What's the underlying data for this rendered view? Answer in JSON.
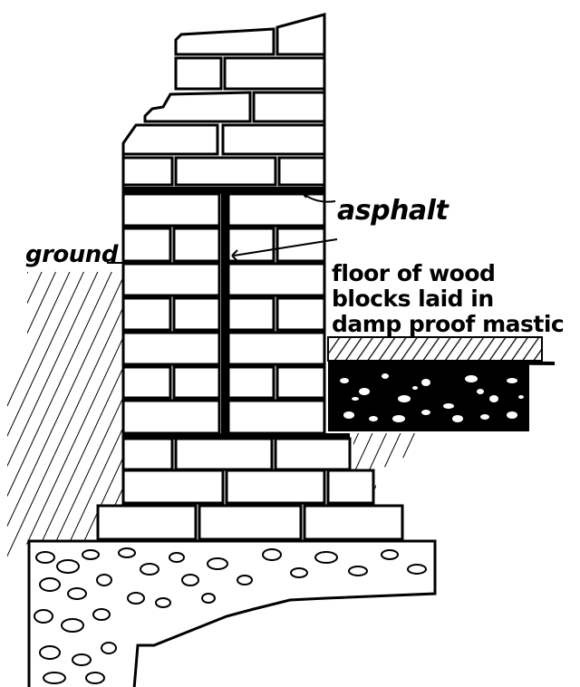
{
  "diagram": {
    "title": "Wall section with asphalt damp-proof course",
    "labels": {
      "asphalt": "asphalt",
      "ground": "ground",
      "floor_line1": "floor of wood",
      "floor_line2": "blocks laid in",
      "floor_line3": "damp proof mastic"
    },
    "components": [
      "brick wall (broken top)",
      "horizontal asphalt damp-proof course",
      "vertical asphalt layer within wall",
      "lower horizontal asphalt course",
      "ground hatching (exterior)",
      "wood block floor in mastic",
      "concrete slab under floor",
      "concrete footing",
      "brick footing course"
    ],
    "colors": {
      "ink": "#000000",
      "paper": "#ffffff"
    }
  }
}
